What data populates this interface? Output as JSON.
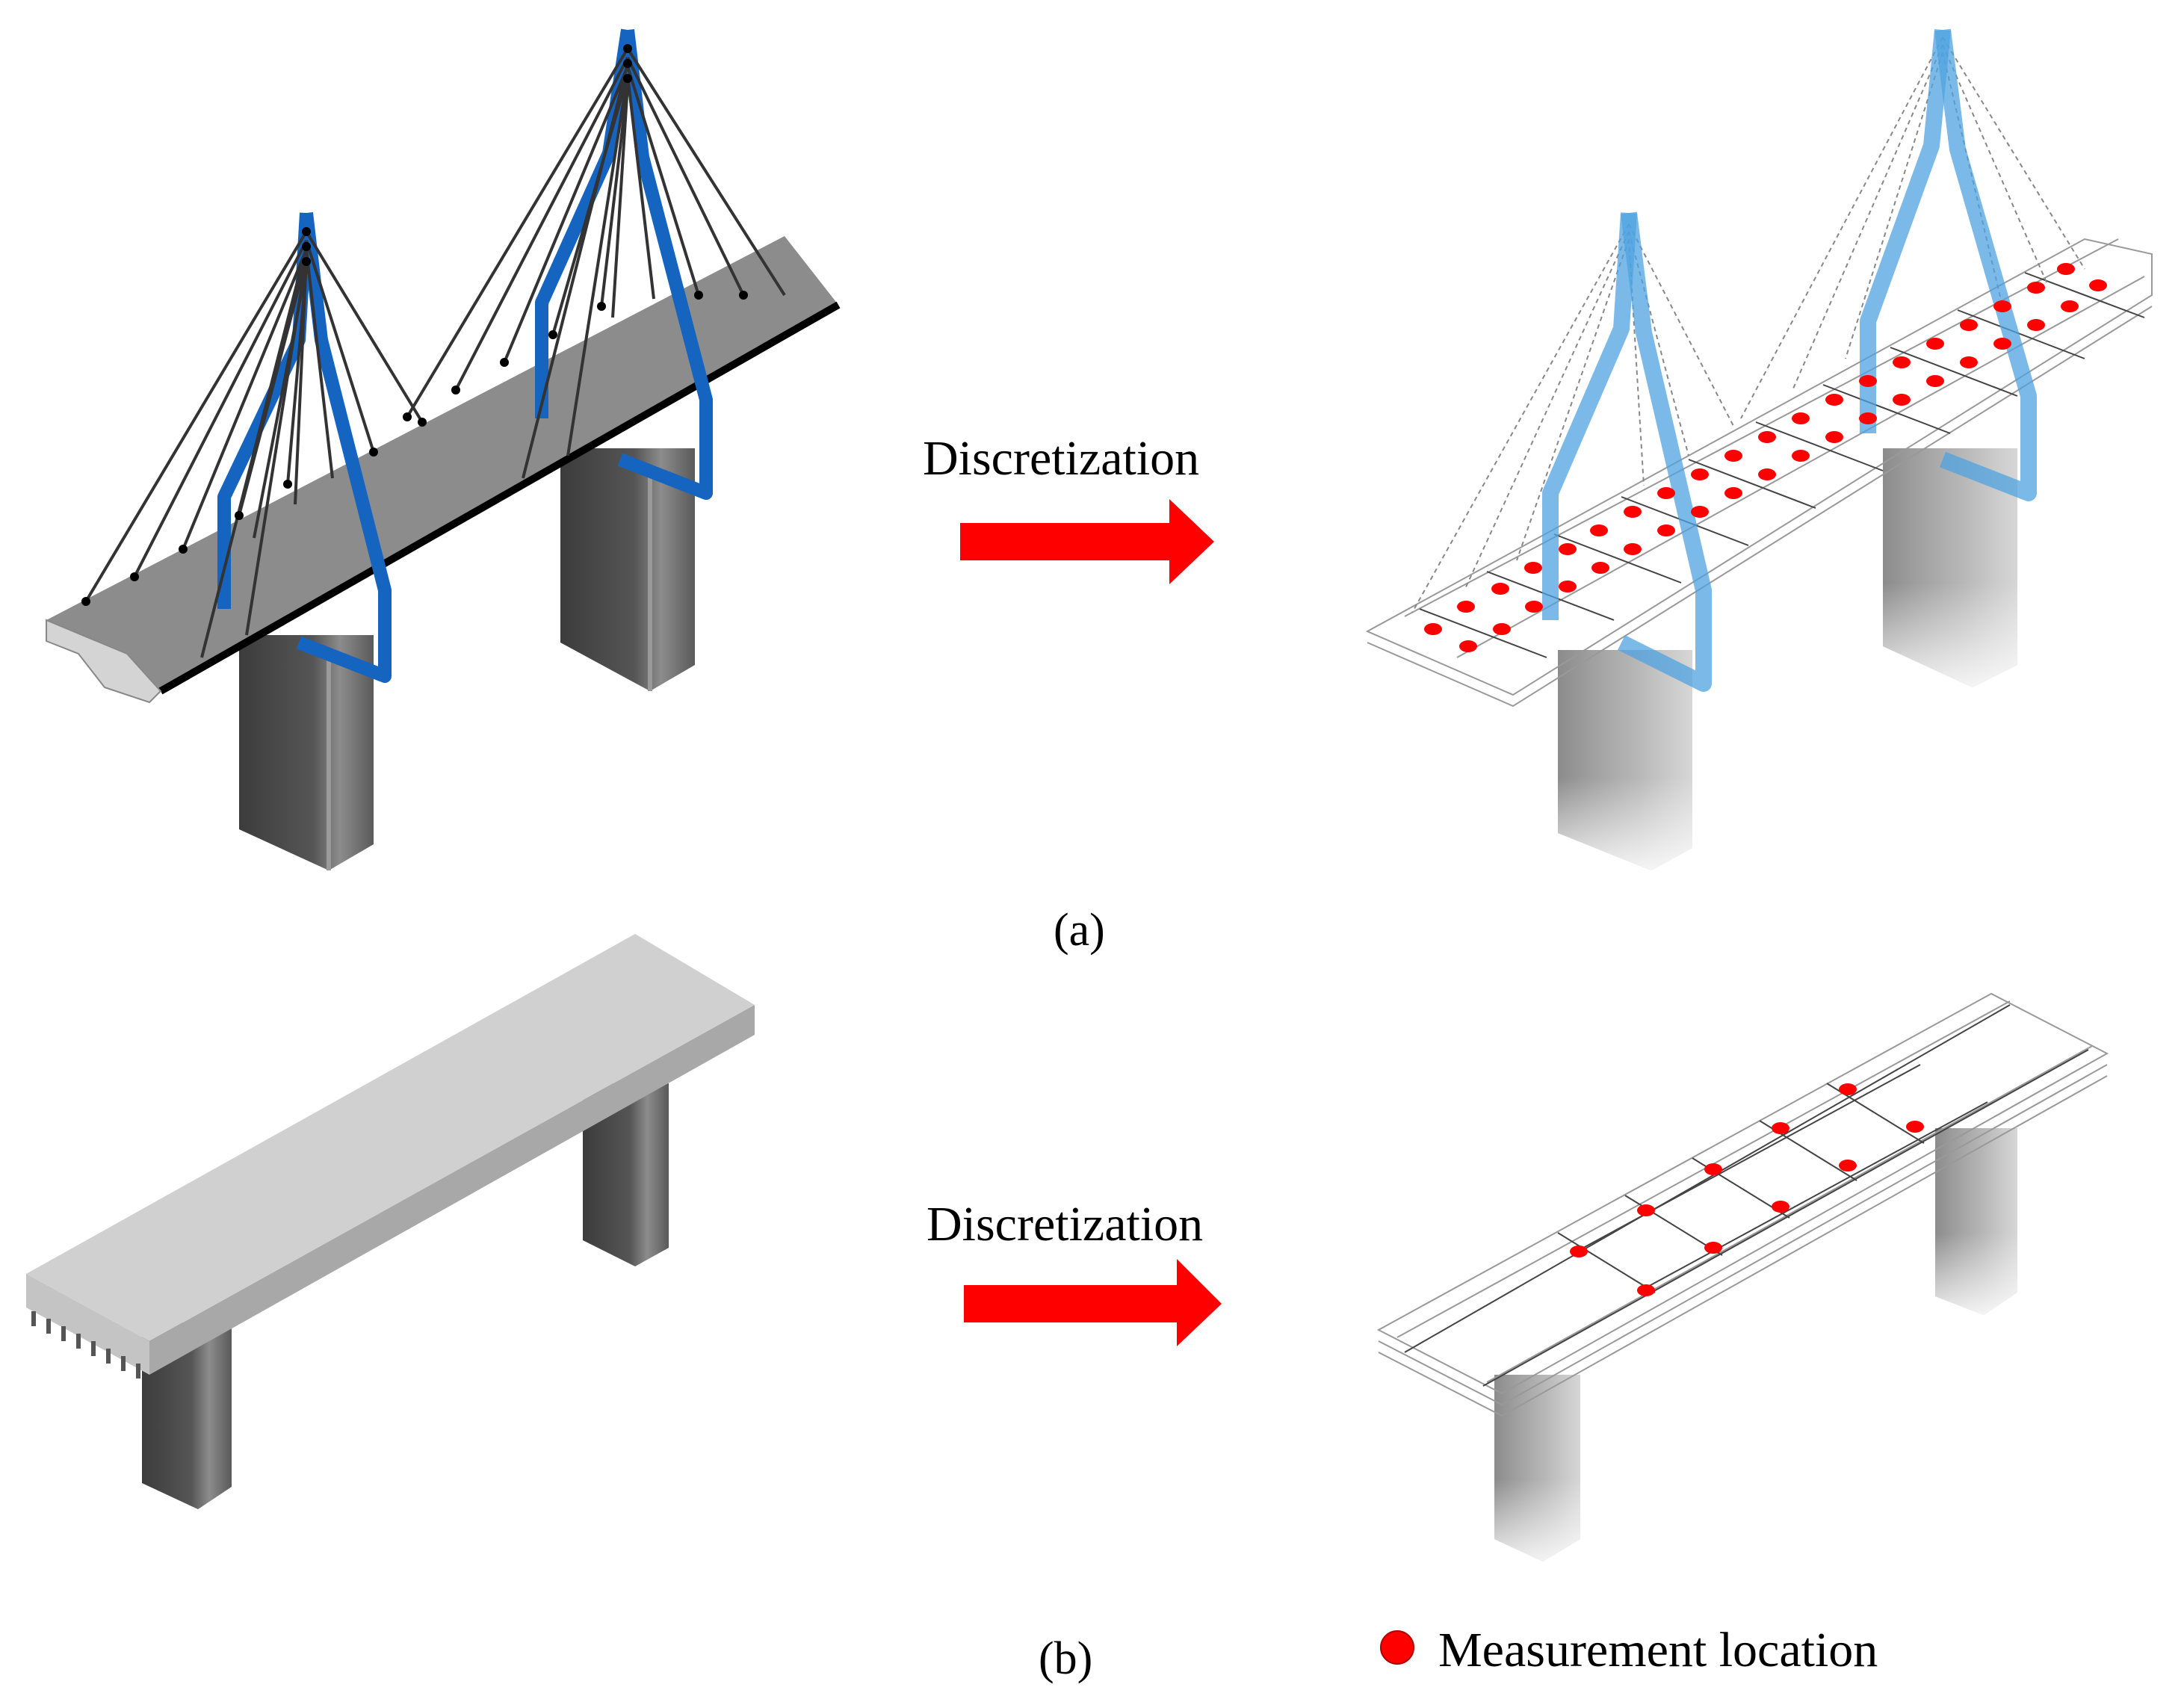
{
  "panels": [
    {
      "arrow_label": "Discretization",
      "panel_label": "(a)"
    },
    {
      "arrow_label": "Discretization",
      "panel_label": "(b)"
    }
  ],
  "legend": {
    "label": "Measurement location",
    "marker_color": "#ff0000"
  },
  "colors": {
    "arrow": "#ff0000",
    "pylon_solid": "#1565c0",
    "pylon_transparent": "#4fa3e0",
    "deck_dark": "#8a8a8a",
    "deck_light": "#cfcfcf",
    "pier": "#606060",
    "measurement_point": "#ff0000"
  }
}
